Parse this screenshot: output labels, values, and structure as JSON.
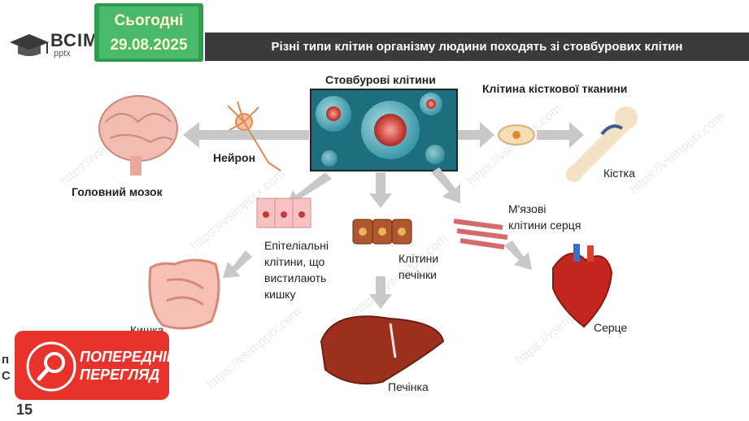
{
  "header": {
    "logo_name": "ВСІМ",
    "logo_sub": "pptx",
    "date_label": "Сьогодні",
    "date_value": "29.08.2025",
    "title": "Різні типи клітин організму людини походять зі стовбурових клітин"
  },
  "diagram": {
    "stem_cells": "Стовбурові клітини",
    "bone_cell": "Клітина кісткової тканини",
    "bone": "Кістка",
    "neuron": "Нейрон",
    "brain": "Головний мозок",
    "epithelial": [
      "Епітеліальні",
      "клітини, що",
      "вистилають",
      "кишку"
    ],
    "liver_cells": [
      "Клітини",
      "печінки"
    ],
    "heart_cells": [
      "М'язові",
      "клітини серця"
    ],
    "intestine": "Кишка",
    "liver": "Печінка",
    "heart": "Серце"
  },
  "overlay": {
    "preview": [
      "ПОПЕРЕДНІЙ",
      "ПЕРЕГЛЯД"
    ],
    "watermark": "https://vsimpptx.com",
    "side_p": "п",
    "side_s": "С",
    "page": "15"
  },
  "colors": {
    "title_bar": "#3b3b3b",
    "date_green": "#4bb96a",
    "arrow": "#c8c8c8",
    "preview_red": "#e8332d"
  }
}
